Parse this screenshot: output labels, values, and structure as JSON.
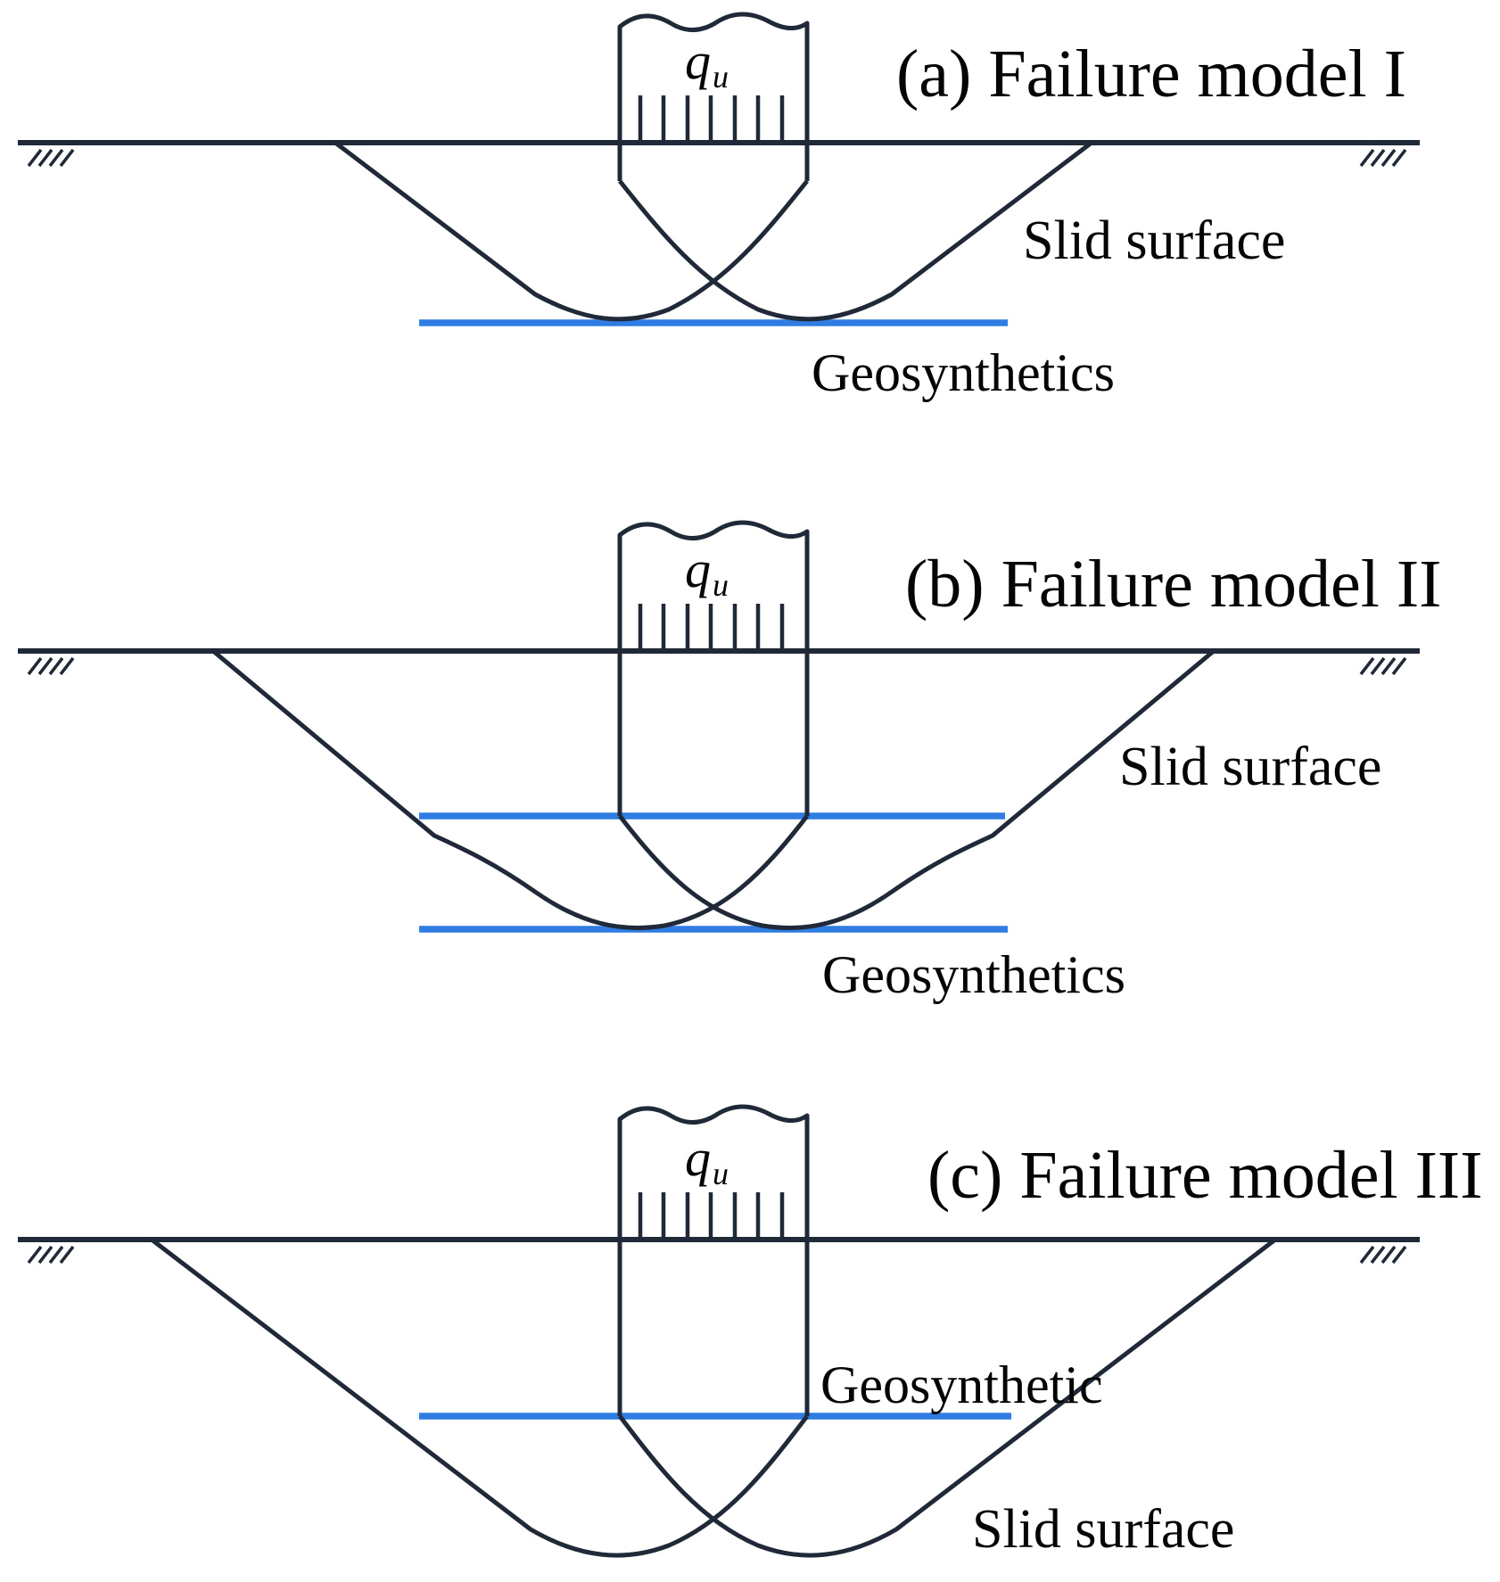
{
  "panels": [
    {
      "id": "a",
      "title": "(a) Failure model I",
      "load_main": "q",
      "load_sub": "u",
      "slid_surface_label": "Slid surface",
      "geosynthetics_label": "Geosynthetics"
    },
    {
      "id": "b",
      "title": "(b) Failure model II",
      "load_main": "q",
      "load_sub": "u",
      "slid_surface_label": "Slid surface",
      "geosynthetics_label": "Geosynthetics"
    },
    {
      "id": "c",
      "title": "(c) Failure model III",
      "load_main": "q",
      "load_sub": "u",
      "slid_surface_label": "Slid surface",
      "geosynthetics_label": "Geosynthetic"
    }
  ],
  "colors": {
    "line_dark": "#1f2937",
    "geosynthetic_blue": "#2f7de3",
    "background": "#ffffff",
    "text": "#050505"
  }
}
